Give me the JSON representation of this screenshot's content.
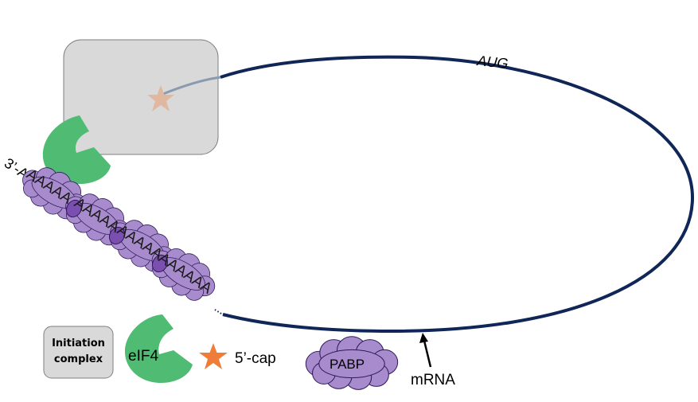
{
  "labels": {
    "aug": "AUG",
    "three_prime": "3’-A",
    "poly_a": [
      "AAAAA",
      "AAAAA",
      "AAAAA",
      "AAAAAA"
    ],
    "legend_initiation_line1": "Initiation",
    "legend_initiation_line2": "complex",
    "legend_eif4": "eIF4",
    "legend_cap": "5’-cap",
    "legend_pabp": "PABP",
    "mrna": "mRNA"
  },
  "colors": {
    "mrna_loop": "#0f2657",
    "initiation_complex_fill": "#d9d9d9",
    "initiation_complex_stroke": "#7f7f7f",
    "eif4": "#4fbb73",
    "pabp_fill": "#a88bcc",
    "pabp_stroke": "#2e1a5a",
    "cap_faded": "#e0b8a0",
    "cap": "#f07c3a",
    "scan_line": "#8a9bb0"
  },
  "icons": {
    "cap": "star-icon",
    "eif4": "pacman-c-shape-icon",
    "pabp": "cloud-icon"
  }
}
